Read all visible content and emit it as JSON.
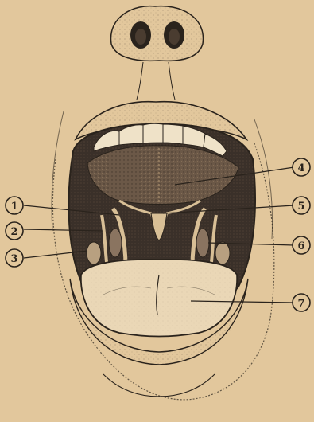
{
  "illustration": {
    "subject": "open-mouth-anatomy",
    "colors": {
      "paper": "#e2c79c",
      "ink": "#2a231c",
      "shade": "#3a3029",
      "tongue": "#ead7b6"
    }
  },
  "labels": [
    {
      "id": "1",
      "text": "1"
    },
    {
      "id": "2",
      "text": "2"
    },
    {
      "id": "3",
      "text": "3"
    },
    {
      "id": "4",
      "text": "4"
    },
    {
      "id": "5",
      "text": "5"
    },
    {
      "id": "6",
      "text": "6"
    },
    {
      "id": "7",
      "text": "7"
    }
  ]
}
